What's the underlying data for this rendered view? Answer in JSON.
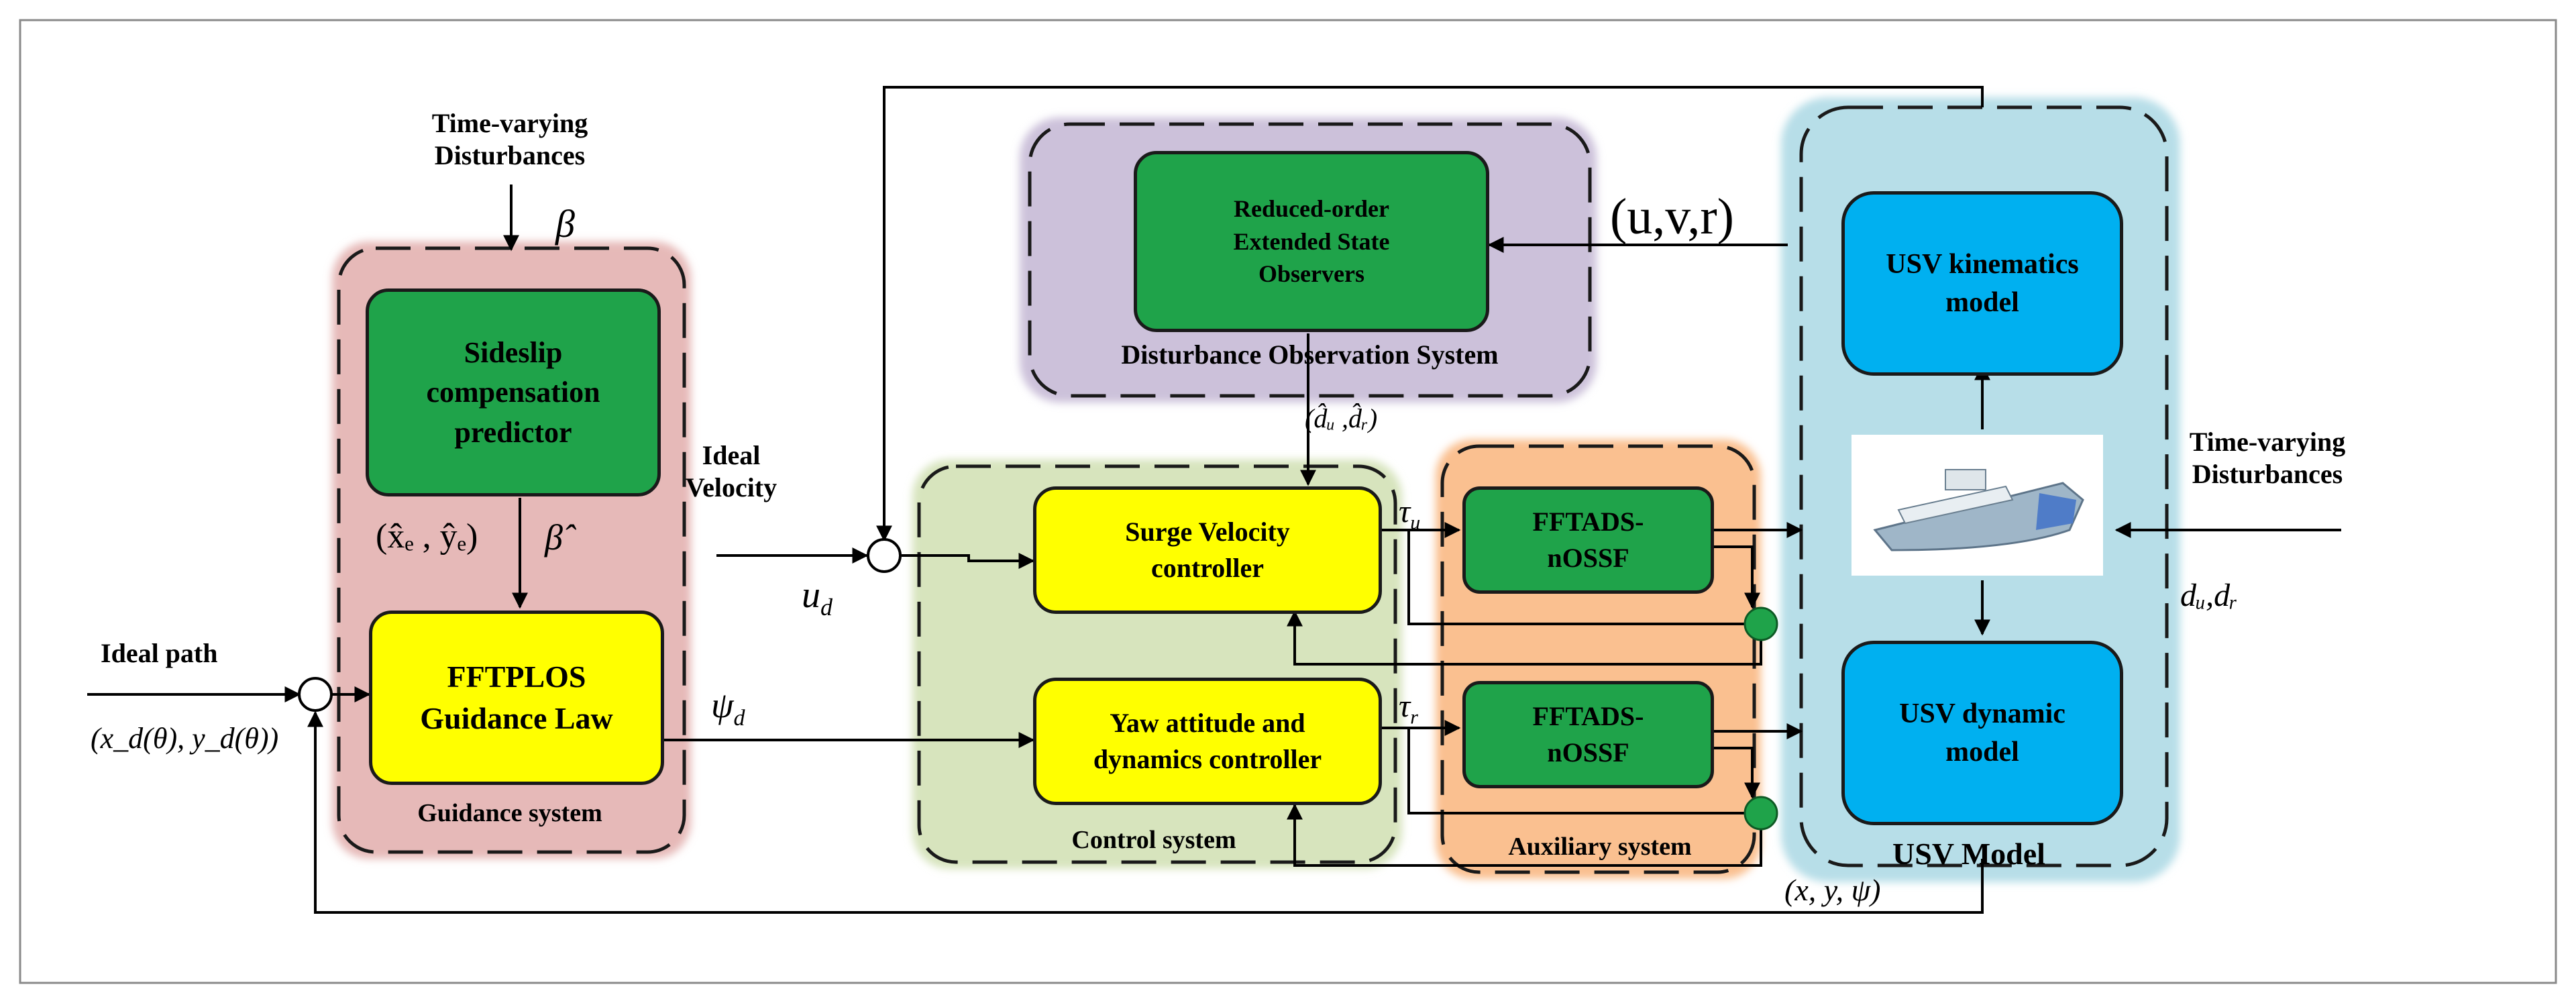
{
  "labels": {
    "time_varying_left_1": "Time-varying",
    "time_varying_left_2": "Disturbances",
    "beta": "β",
    "ideal_velocity_1": "Ideal",
    "ideal_velocity_2": "Velocity",
    "u_d": "u",
    "u_d_sub": "d",
    "ideal_path": "Ideal path",
    "path_expr": "(x_d(θ), y_d(θ))",
    "psi_d": "ψ",
    "psi_d_sub": "d",
    "xe_ye": "(x̂ₑ , ŷₑ)",
    "beta_hat": "β̂",
    "uvr": "(u,v,r)",
    "du_dr_hat": "(d̂ᵤ ,d̂ᵣ)",
    "tau_u": "τ",
    "tau_u_sub": "u",
    "tau_r": "τ",
    "tau_r_sub": "r",
    "time_varying_right_1": "Time-varying",
    "time_varying_right_2": "Disturbances",
    "du_dr": "dᵤ,dᵣ",
    "xy_psi": "(x, y, ψ)"
  },
  "systems": {
    "guidance": "Guidance system",
    "disturbance_obs": "Disturbance Observation System",
    "control": "Control system",
    "auxiliary": "Auxiliary system",
    "usv_model": "USV Model"
  },
  "blocks": {
    "sideslip": [
      "Sideslip",
      "compensation",
      "predictor"
    ],
    "fftplos": [
      "FFTPLOS",
      "Guidance Law"
    ],
    "reso": [
      "Reduced-order",
      "Extended State",
      "Observers"
    ],
    "surge": [
      "Surge Velocity",
      "controller"
    ],
    "yaw": [
      "Yaw attitude and",
      "dynamics controller"
    ],
    "fftads1": [
      "FFTADS-",
      "nOSSF"
    ],
    "fftads2": [
      "FFTADS-",
      "nOSSF"
    ],
    "kinematics": [
      "USV kinematics",
      "model"
    ],
    "dynamic": [
      "USV dynamic",
      "model"
    ]
  },
  "colors": {
    "guidance_bg": "#e6b9b8",
    "disturbance_bg": "#ccc1da",
    "control_bg": "#d7e4bd",
    "auxiliary_bg": "#fac090",
    "usv_bg": "#b7dee8",
    "green_block": "#1fa34a",
    "yellow_block": "#ffff00",
    "blue_block": "#00b0f0",
    "junction_dot": "#1fa34a"
  }
}
